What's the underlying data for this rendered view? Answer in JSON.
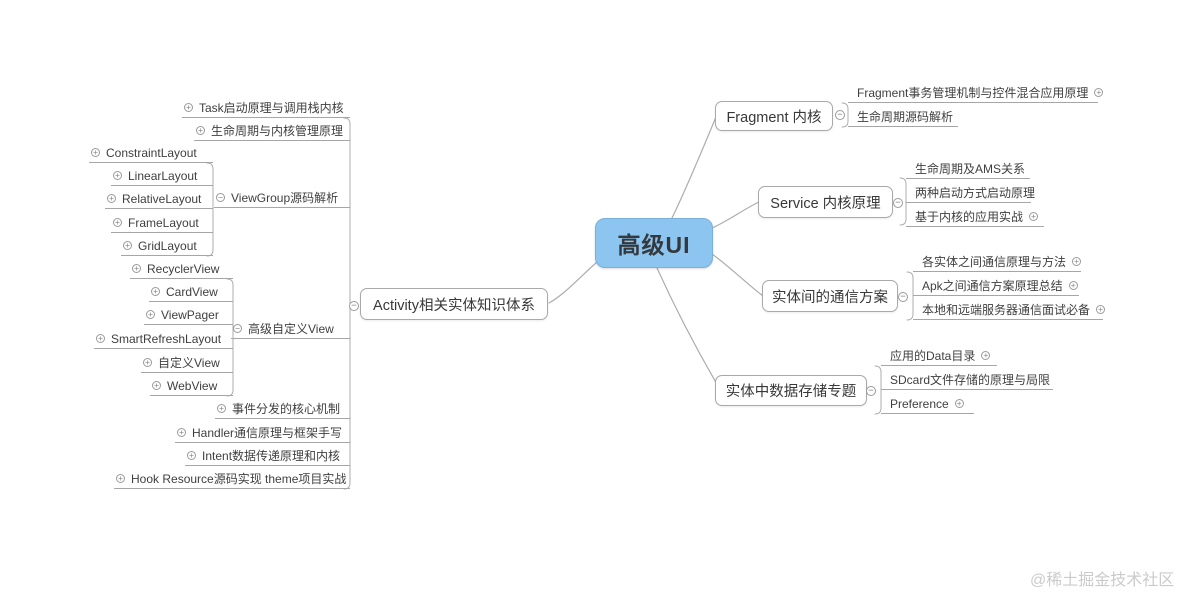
{
  "center": {
    "label": "高级UI"
  },
  "icons": {
    "expand": "+",
    "collapse": "−"
  },
  "watermark": "@稀土掘金技术社区",
  "activity": {
    "label": "Activity相关实体知识体系",
    "top_items": [
      "Task启动原理与调用栈内核",
      "生命周期与内核管理原理"
    ],
    "viewgroup": {
      "label": "ViewGroup源码解析",
      "children": [
        "ConstraintLayout",
        "LinearLayout",
        "RelativeLayout",
        "FrameLayout",
        "GridLayout"
      ]
    },
    "customview": {
      "label": "高级自定义View",
      "children": [
        "RecyclerView",
        "CardView",
        "ViewPager",
        "SmartRefreshLayout",
        "自定义View",
        "WebView"
      ]
    },
    "bottom_items": [
      "事件分发的核心机制",
      "Handler通信原理与框架手写",
      "Intent数据传递原理和内核",
      "Hook Resource源码实现 theme项目实战"
    ]
  },
  "fragment": {
    "label": "Fragment 内核",
    "children": [
      "Fragment事务管理机制与控件混合应用原理",
      "生命周期源码解析"
    ]
  },
  "service": {
    "label": "Service 内核原理",
    "children": [
      "生命周期及AMS关系",
      "两种启动方式启动原理",
      "基于内核的应用实战"
    ]
  },
  "communication": {
    "label": "实体间的通信方案",
    "children": [
      "各实体之间通信原理与方法",
      "Apk之间通信方案原理总结",
      "本地和远端服务器通信面试必备"
    ]
  },
  "storage": {
    "label": "实体中数据存储专题",
    "children": [
      "应用的Data目录",
      "SDcard文件存储的原理与局限",
      "Preference"
    ]
  }
}
